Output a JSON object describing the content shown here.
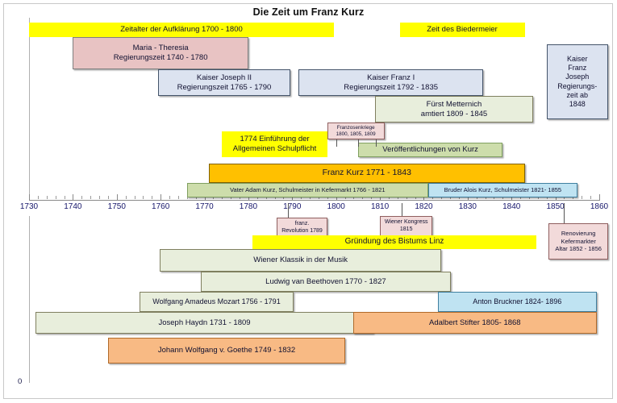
{
  "chart_data": {
    "type": "bar",
    "title": "Die Zeit um Franz Kurz",
    "xlabel": "",
    "ylabel": "",
    "xlim": [
      1730,
      1860
    ],
    "grid": false,
    "legend": "none",
    "axis": {
      "tick_labels": [
        "1730",
        "1740",
        "1750",
        "1760",
        "1770",
        "1780",
        "1790",
        "1800",
        "1810",
        "1820",
        "1830",
        "1840",
        "1850",
        "1860"
      ],
      "tick_values": [
        1730,
        1740,
        1750,
        1760,
        1770,
        1780,
        1790,
        1800,
        1810,
        1820,
        1830,
        1840,
        1850,
        1860
      ],
      "minor_tick_step": 2,
      "zero_label": "0"
    },
    "bars_above_axis": [
      {
        "name": "zeitalter-der-aufklaerung",
        "lines": [
          "Zeitalter der Aufklärung 1700 - 1800"
        ],
        "start": 1730,
        "end": 1799.5,
        "color": "#ffff00",
        "style": "c-yellow",
        "row": 0
      },
      {
        "name": "zeit-des-biedermeier",
        "lines": [
          "Zeit des Biedermeier"
        ],
        "start": 1814.5,
        "end": 1843,
        "color": "#ffff00",
        "style": "c-yellow",
        "row": 0
      },
      {
        "name": "maria-theresia",
        "lines": [
          "Maria - Theresia",
          "Regierungszeit 1740 - 1780"
        ],
        "start": 1740,
        "end": 1780,
        "color": "#e8c3c3",
        "style": "c-pink",
        "row": 1
      },
      {
        "name": "kaiser-franz-joseph",
        "lines": [
          "Kaiser",
          "Franz",
          "Joseph",
          "Regierungs-",
          "zeit ab",
          "1848"
        ],
        "start": 1848,
        "end": 1862,
        "color": "#dce3f0",
        "style": "c-blue",
        "row": 1
      },
      {
        "name": "kaiser-joseph-ii",
        "lines": [
          "Kaiser Joseph II",
          "Regierungszeit 1765 - 1790"
        ],
        "start": 1759.5,
        "end": 1789.5,
        "color": "#dce3f0",
        "style": "c-blue",
        "row": 2
      },
      {
        "name": "kaiser-franz-i",
        "lines": [
          "Kaiser Franz I",
          "Regierungszeit 1792 - 1835"
        ],
        "start": 1791.5,
        "end": 1833.5,
        "color": "#dce3f0",
        "style": "c-blue",
        "row": 2
      },
      {
        "name": "fuerst-metternich",
        "lines": [
          "Fürst Metternich",
          "amtiert 1809 - 1845"
        ],
        "start": 1808.8,
        "end": 1845,
        "color": "#e8eedc",
        "style": "c-green",
        "row": 3
      },
      {
        "name": "franzosenkriege",
        "lines": [
          "Franzosenkriege",
          "1800, 1805, 1809"
        ],
        "start": 1798,
        "end": 1811,
        "color": "#f2dada",
        "style": "c-pinklite",
        "row": 4
      },
      {
        "name": "einfuehrung-allgemeine-schulpflicht",
        "lines": [
          "1774   Einführung der",
          "Allgemeinen Schulpflicht"
        ],
        "start": 1774,
        "end": 1798,
        "color": "#ffff00",
        "style": "c-yellow",
        "row": 5
      },
      {
        "name": "veroeffentlichungen-von-kurz",
        "lines": [
          "Veröffentlichungen von Kurz"
        ],
        "start": 1805,
        "end": 1838,
        "color": "#cdddab",
        "style": "c-greenmid",
        "row": 6
      },
      {
        "name": "franz-kurz",
        "lines": [
          "Franz Kurz 1771 - 1843"
        ],
        "start": 1771,
        "end": 1843,
        "color": "#ffc000",
        "style": "c-orange",
        "row": 7
      },
      {
        "name": "vater-adam-kurz",
        "lines": [
          "Vater Adam Kurz, Schulmeister in Kefermarkt 1766 - 1821"
        ],
        "start": 1766,
        "end": 1821,
        "color": "#cdddab",
        "style": "c-greenmid",
        "row": 8
      },
      {
        "name": "bruder-alois-kurz",
        "lines": [
          "Bruder Alois Kurz, Schulmeister  1821- 1855"
        ],
        "start": 1821,
        "end": 1855,
        "color": "#bfe3f2",
        "style": "c-bluelite",
        "row": 8
      }
    ],
    "bars_below_axis": [
      {
        "name": "franz-revolution",
        "lines": [
          "franz.",
          "Revolution 1789"
        ],
        "start": 1786.5,
        "end": 1798,
        "color": "#f2dada",
        "style": "c-pinklite",
        "row": 0,
        "leader_year": 1789
      },
      {
        "name": "wiener-kongress",
        "lines": [
          "Wiener Kongress",
          "1815"
        ],
        "start": 1810,
        "end": 1822,
        "color": "#f2dada",
        "style": "c-pinklite",
        "row": 0,
        "leader_year": 1815
      },
      {
        "name": "renovierung-kefermarkter-altar",
        "lines": [
          "Renovierung",
          "Kefermarkter",
          "Altar 1852 - 1856"
        ],
        "start": 1848.5,
        "end": 1862,
        "color": "#f2dada",
        "style": "c-pinklite",
        "row": 0,
        "leader_year": 1852
      },
      {
        "name": "gruendung-des-bistums-linz",
        "lines": [
          "Gründung des Bistums Linz"
        ],
        "start": 1780.9,
        "end": 1845.7,
        "color": "#ffff00",
        "style": "c-yellow",
        "row": 1
      },
      {
        "name": "wiener-klassik-in-der-musik",
        "lines": [
          "Wiener Klassik in der Musik"
        ],
        "start": 1759.8,
        "end": 1824,
        "color": "#e8eedc",
        "style": "c-green",
        "row": 2
      },
      {
        "name": "ludwig-van-beethoven",
        "lines": [
          "Ludwig van Beethoven 1770 - 1827"
        ],
        "start": 1769.2,
        "end": 1826.1,
        "color": "#e8eedc",
        "style": "c-green",
        "row": 3
      },
      {
        "name": "wolfgang-amadeus-mozart",
        "lines": [
          "Wolfgang Amadeus Mozart 1756 - 1791"
        ],
        "start": 1755.2,
        "end": 1790.3,
        "color": "#e8eedc",
        "style": "c-green",
        "row": 4
      },
      {
        "name": "anton-bruckner",
        "lines": [
          "Anton Bruckner 1824- 1896"
        ],
        "start": 1823.2,
        "end": 1859.4,
        "color": "#bfe3f2",
        "style": "c-bluelite",
        "row": 4
      },
      {
        "name": "joseph-haydn",
        "lines": [
          "Joseph Haydn 1731 - 1809"
        ],
        "start": 1731.5,
        "end": 1808.5,
        "color": "#e8eedc",
        "style": "c-green",
        "row": 5
      },
      {
        "name": "adalbert-stifter",
        "lines": [
          "Adalbert Stifter 1805- 1868"
        ],
        "start": 1803.9,
        "end": 1859.4,
        "color": "#f8ba84",
        "style": "c-peach",
        "row": 5
      },
      {
        "name": "johann-wolfgang-v-goethe",
        "lines": [
          "Johann Wolfgang v. Goethe 1749 - 1832"
        ],
        "start": 1748.1,
        "end": 1802,
        "color": "#f8ba84",
        "style": "c-peach",
        "row": 6
      }
    ]
  }
}
